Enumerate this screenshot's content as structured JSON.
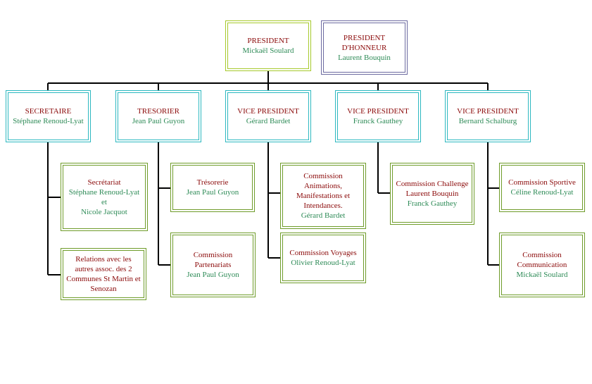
{
  "colors": {
    "title_text": "#8b0a0a",
    "name_text": "#2e8b57",
    "president_border": "#a6c92a",
    "honour_border": "#6c6aa0",
    "officer_border": "#2cb8c0",
    "commission_border": "#6f9c2a",
    "connector": "#000000"
  },
  "president": {
    "title": "PRESIDENT",
    "name": "Mickaël Soulard"
  },
  "honorary": {
    "title": "PRESIDENT D'HONNEUR",
    "name": "Laurent Bouquin"
  },
  "officers": [
    {
      "title": "SECRETAIRE",
      "name": "Stéphane Renoud-Lyat"
    },
    {
      "title": "TRESORIER",
      "name": "Jean Paul Guyon"
    },
    {
      "title": "VICE PRESIDENT",
      "name": "Gérard Bardet"
    },
    {
      "title": "VICE PRESIDENT",
      "name": "Franck Gauthey"
    },
    {
      "title": "VICE PRESIDENT",
      "name": "Bernard Schalburg"
    }
  ],
  "commissions": [
    {
      "title": "Secrétariat",
      "name": "Stéphane Renoud-Lyat",
      "name2": "et",
      "name3": "Nicole Jacquot"
    },
    {
      "title": "Relations avec les autres assoc. des 2 Communes St Martin et Senozan"
    },
    {
      "title": "Trésorerie",
      "name": "Jean Paul Guyon"
    },
    {
      "title": "Commission Partenariats",
      "name": "Jean Paul Guyon"
    },
    {
      "title": "Commission Animations, Manifestations et Intendances.",
      "name": "Gérard Bardet"
    },
    {
      "title": "Commission Voyages",
      "name": "Olivier Renoud-Lyat"
    },
    {
      "title": "Commission Challenge Laurent Bouquin",
      "name": "Franck Gauthey"
    },
    {
      "title": "Commission Sportive",
      "name": "Céline Renoud-Lyat"
    },
    {
      "title": "Commission Communication",
      "name": "Mickaël Soulard"
    }
  ]
}
